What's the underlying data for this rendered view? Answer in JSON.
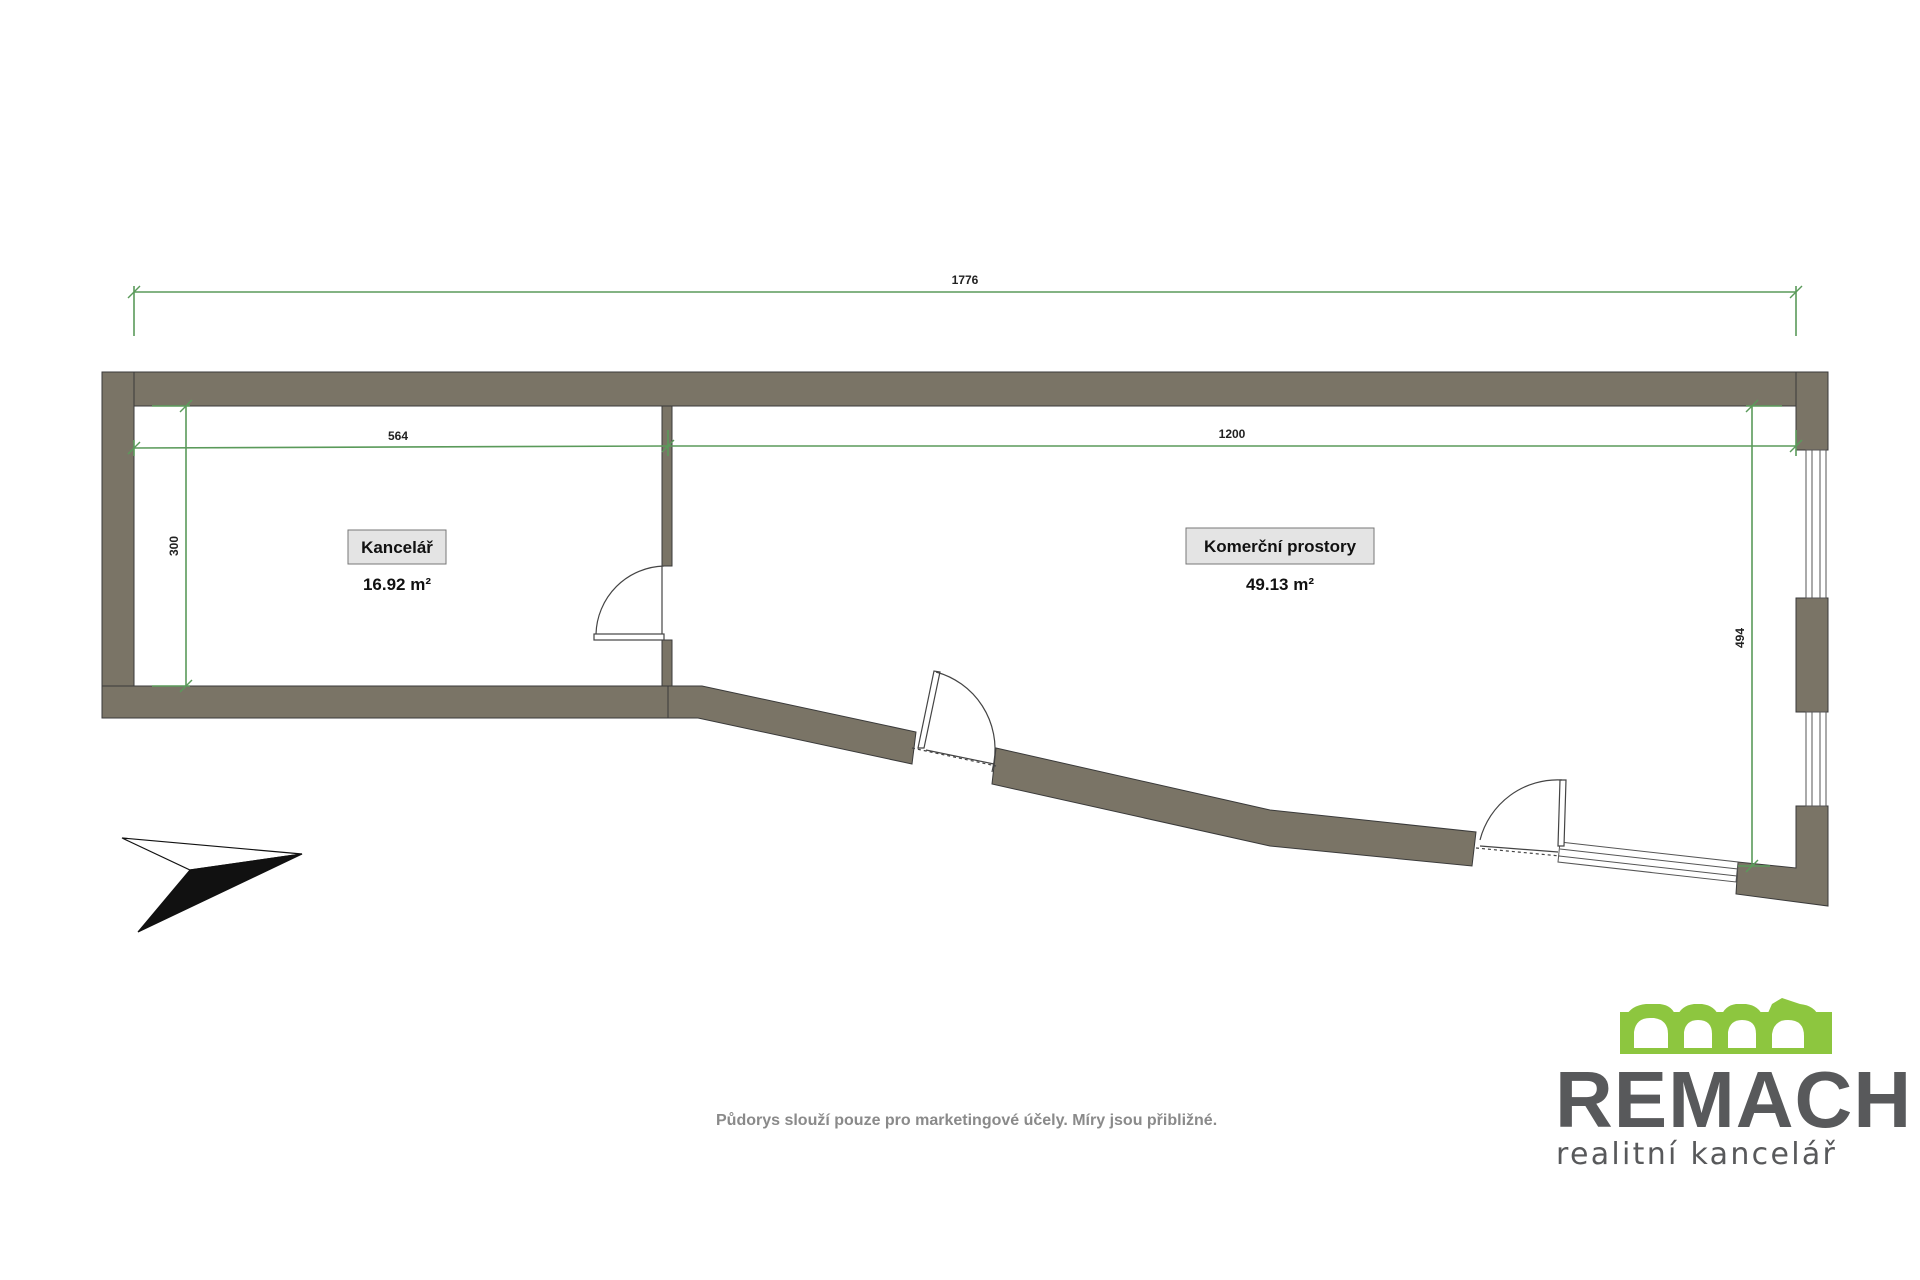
{
  "plan": {
    "dimensions": {
      "overall_width": "1776",
      "office_width": "564",
      "commercial_width": "1200",
      "office_depth": "300",
      "commercial_depth": "494"
    },
    "rooms": [
      {
        "name": "Kancelář",
        "area": "16.92 m²"
      },
      {
        "name": "Komerční prostory",
        "area": "49.13 m²"
      }
    ]
  },
  "disclaimer": "Půdorys slouží pouze pro marketingové účely. Míry jsou přibližné.",
  "logo": {
    "name": "REMACH",
    "tagline": "realitní kancelář",
    "accent_color": "#8dc63f",
    "text_color": "#58595b"
  },
  "colors": {
    "wall": "#7a7466",
    "dimension_line": "#5a9a5a"
  },
  "icons": [
    "north-arrow-icon",
    "door-swing-icon",
    "window-icon",
    "logo-houses-icon"
  ]
}
